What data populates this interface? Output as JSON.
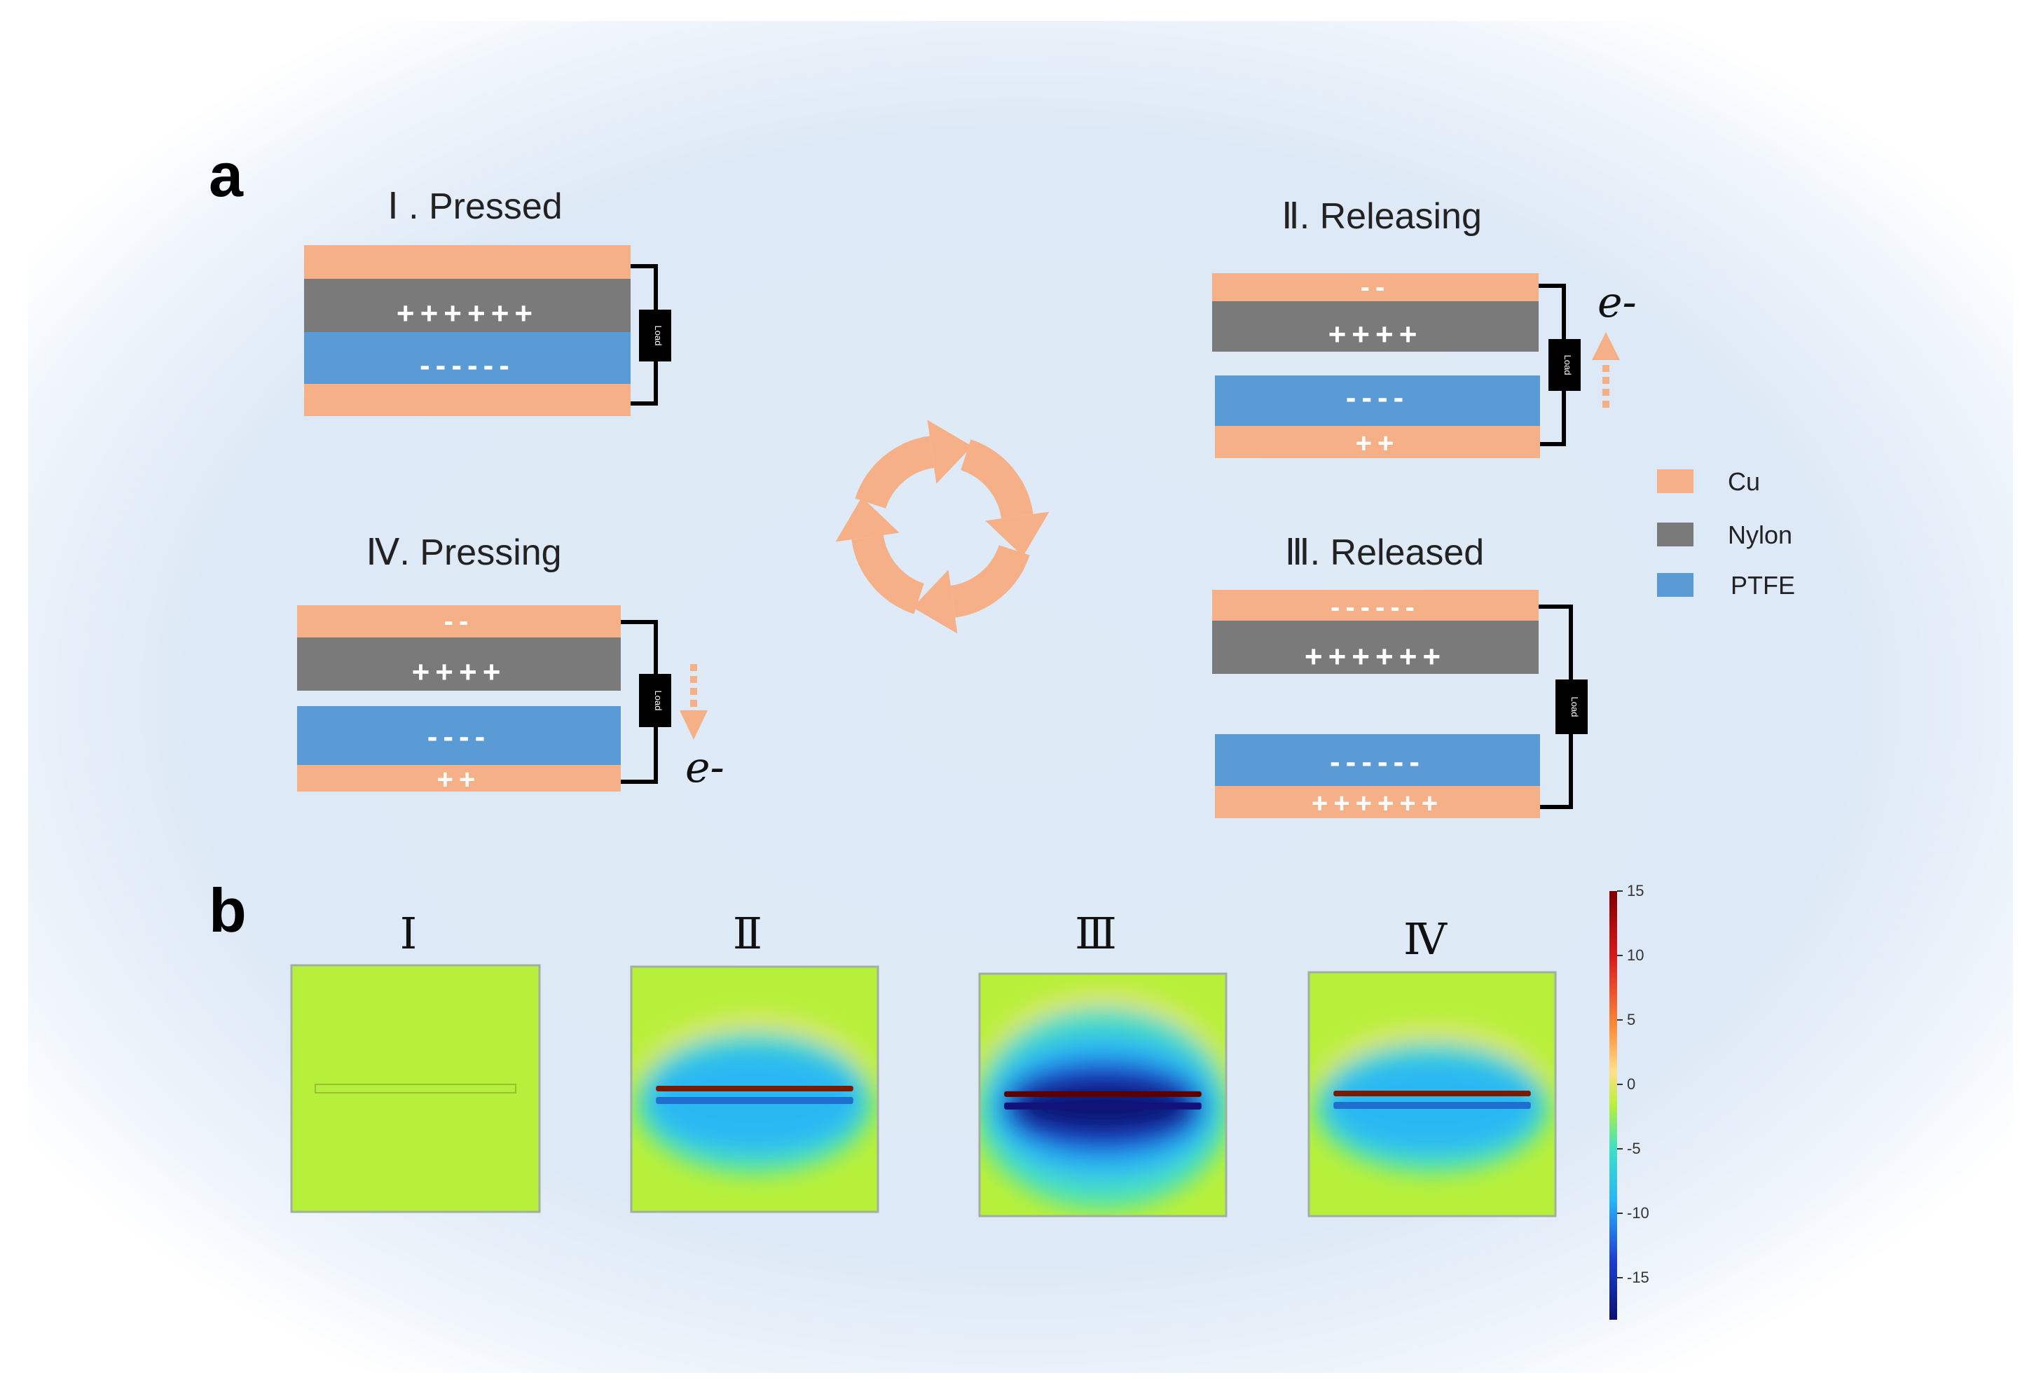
{
  "panel_a": {
    "label": "a",
    "states": {
      "s1": {
        "title": "Ⅰ . Pressed",
        "layer1_charges": "",
        "layer2_charges": "++++++",
        "layer3_charges": "------",
        "layer4_charges": "",
        "load_label": "Load"
      },
      "s2": {
        "title": "Ⅱ. Releasing",
        "layer1_charges": "--",
        "layer2_charges": "++++",
        "layer3_charges": "----",
        "layer4_charges": "++",
        "load_label": "Load",
        "electron_label": "e-"
      },
      "s3": {
        "title": "Ⅲ. Released",
        "layer1_charges": "------",
        "layer2_charges": "++++++",
        "layer3_charges": "------",
        "layer4_charges": "++++++",
        "load_label": "Load"
      },
      "s4": {
        "title": "Ⅳ. Pressing",
        "layer1_charges": "--",
        "layer2_charges": "++++",
        "layer3_charges": "----",
        "layer4_charges": "++",
        "load_label": "Load",
        "electron_label": "e-"
      }
    },
    "legend": [
      {
        "label": "Cu",
        "color": "#f5b088"
      },
      {
        "label": "Nylon",
        "color": "#7a7a7a"
      },
      {
        "label": "PTFE",
        "color": "#5b9bd5"
      }
    ],
    "cycle_arrow_color": "#f5b088"
  },
  "panel_b": {
    "label": "b",
    "maps": [
      {
        "roman": "Ⅰ",
        "intensity": 0
      },
      {
        "roman": "Ⅱ",
        "intensity": 0.62
      },
      {
        "roman": "Ⅲ",
        "intensity": 1.0
      },
      {
        "roman": "Ⅳ",
        "intensity": 0.55
      }
    ],
    "colorbar_ticks": [
      "15",
      "10",
      "5",
      "0",
      "-5",
      "-10",
      "-15"
    ]
  }
}
